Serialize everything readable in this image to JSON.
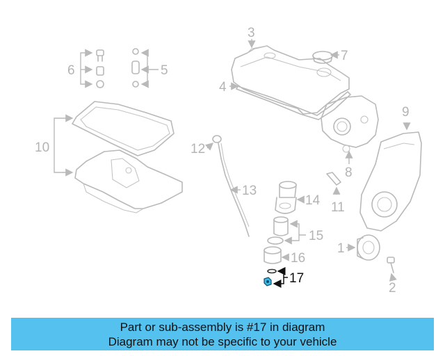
{
  "diagram": {
    "callouts": {
      "c1": "1",
      "c2": "2",
      "c3": "3",
      "c4": "4",
      "c5": "5",
      "c6": "6",
      "c7": "7",
      "c8": "8",
      "c9": "9",
      "c10": "10",
      "c11": "11",
      "c12": "12",
      "c13": "13",
      "c14": "14",
      "c15": "15",
      "c16": "16",
      "c17": "17"
    },
    "highlighted_part": "17",
    "highlight_color": "#3bb7e8"
  },
  "banner": {
    "line1": "Part or sub-assembly is #17 in diagram",
    "line2": "Diagram may not be specific to your vehicle",
    "background": "#55c1ee"
  }
}
